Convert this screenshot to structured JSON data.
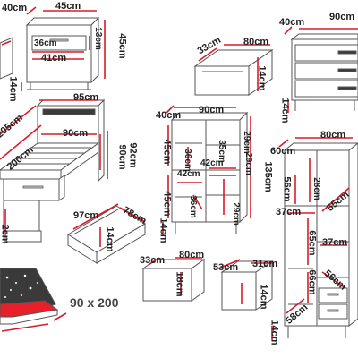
{
  "colors": {
    "outline": "#555555",
    "dimension_line": "#d81b2b",
    "text": "#222222",
    "mattress_top": "#e8202a",
    "mattress_dark": "#2a2a2a"
  },
  "mattress": {
    "size_label": "90 x 200"
  },
  "dimensions": [
    {
      "id": "nightstand-depth",
      "text": "40cm"
    },
    {
      "id": "nightstand-width",
      "text": "45cm"
    },
    {
      "id": "nightstand-height",
      "text": "45cm"
    },
    {
      "id": "nightstand-drawer-width",
      "text": "36cm"
    },
    {
      "id": "nightstand-drawer-height",
      "text": "13cm"
    },
    {
      "id": "nightstand-inner-depth",
      "text": "41cm"
    },
    {
      "id": "nightstand-leg-height",
      "text": "14cm"
    },
    {
      "id": "bed-width",
      "text": "95cm"
    },
    {
      "id": "bed-length",
      "text": "205cm"
    },
    {
      "id": "bed-mattress-length",
      "text": "200cm"
    },
    {
      "id": "bed-mattress-width",
      "text": "90cm"
    },
    {
      "id": "bed-headboard-height",
      "text": "90cm"
    },
    {
      "id": "bed-total-height",
      "text": "92cm"
    },
    {
      "id": "bed-frame-height",
      "text": "2cm"
    },
    {
      "id": "bed-drawer-width",
      "text": "97cm"
    },
    {
      "id": "bed-drawer-depth",
      "text": "78cm"
    },
    {
      "id": "bed-drawer-height",
      "text": "14cm"
    },
    {
      "id": "dresser-depth",
      "text": "40cm"
    },
    {
      "id": "dresser-width",
      "text": "90cm"
    },
    {
      "id": "dresser-leg-height",
      "text": "14cm"
    },
    {
      "id": "dresser-drawer-depth",
      "text": "33cm"
    },
    {
      "id": "dresser-drawer-width",
      "text": "80cm"
    },
    {
      "id": "dresser-drawer-height",
      "text": "14cm"
    },
    {
      "id": "cabinet-depth",
      "text": "40cm"
    },
    {
      "id": "cabinet-width",
      "text": "90cm"
    },
    {
      "id": "cabinet-shelf-upper",
      "text": "45cm"
    },
    {
      "id": "cabinet-shelf-36",
      "text": "36cm"
    },
    {
      "id": "cabinet-shelf-35",
      "text": "35cm"
    },
    {
      "id": "cabinet-inner-42a",
      "text": "42cm"
    },
    {
      "id": "cabinet-inner-42b",
      "text": "42cm"
    },
    {
      "id": "cabinet-inner-29a",
      "text": "29cm"
    },
    {
      "id": "cabinet-inner-29b",
      "text": "29cm"
    },
    {
      "id": "cabinet-inner-29c",
      "text": "29cm"
    },
    {
      "id": "cabinet-shelf-lower",
      "text": "45cm"
    },
    {
      "id": "cabinet-inner-36",
      "text": "36cm"
    },
    {
      "id": "cabinet-total-height",
      "text": "135cm"
    },
    {
      "id": "cabinet-leg-height",
      "text": "14cm"
    },
    {
      "id": "cabinet-drawer-depth",
      "text": "33cm"
    },
    {
      "id": "cabinet-drawer-width",
      "text": "80cm"
    },
    {
      "id": "cabinet-drawer-height",
      "text": "18cm"
    },
    {
      "id": "small-drawer-width",
      "text": "53cm"
    },
    {
      "id": "small-drawer-depth",
      "text": "31cm"
    },
    {
      "id": "small-drawer-height",
      "text": "14cm"
    },
    {
      "id": "wardrobe-depth",
      "text": "60cm"
    },
    {
      "id": "wardrobe-width",
      "text": "80cm"
    },
    {
      "id": "wardrobe-shelf-56a",
      "text": "56cm"
    },
    {
      "id": "wardrobe-shelf-28",
      "text": "28cm"
    },
    {
      "id": "wardrobe-shelf-55",
      "text": "55cm"
    },
    {
      "id": "wardrobe-shelf-37a",
      "text": "37cm"
    },
    {
      "id": "wardrobe-shelf-65",
      "text": "65cm"
    },
    {
      "id": "wardrobe-shelf-37b",
      "text": "37cm"
    },
    {
      "id": "wardrobe-shelf-66",
      "text": "66cm"
    },
    {
      "id": "wardrobe-shelf-56b",
      "text": "56cm"
    },
    {
      "id": "wardrobe-drawer-depth",
      "text": "58cm"
    },
    {
      "id": "wardrobe-leg-height",
      "text": "14cm"
    }
  ]
}
